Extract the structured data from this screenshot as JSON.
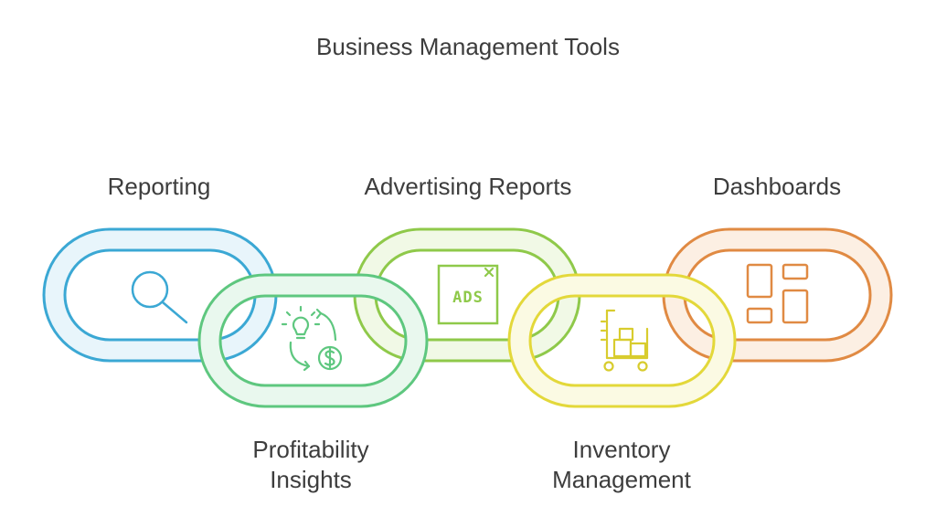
{
  "title": "Business Management Tools",
  "links": [
    {
      "label": "Reporting",
      "icon": "magnifier-icon",
      "color": "#3ba8d4",
      "fill": "#e8f5fb"
    },
    {
      "label_lines": [
        "Profitability",
        "Insights"
      ],
      "icon": "lightbulb-dollar-cycle-icon",
      "color": "#5ec77f",
      "fill": "#e9f8ee"
    },
    {
      "label": "Advertising Reports",
      "icon": "ads-icon",
      "icon_text": "ADS",
      "color": "#8fc94a",
      "fill": "#f1f9e6"
    },
    {
      "label_lines": [
        "Inventory",
        "Management"
      ],
      "icon": "cart-boxes-icon",
      "color": "#e3d83a",
      "fill": "#fbfae3"
    },
    {
      "label": "Dashboards",
      "icon": "dashboard-layout-icon",
      "color": "#e08a43",
      "fill": "#fcefe3"
    }
  ]
}
